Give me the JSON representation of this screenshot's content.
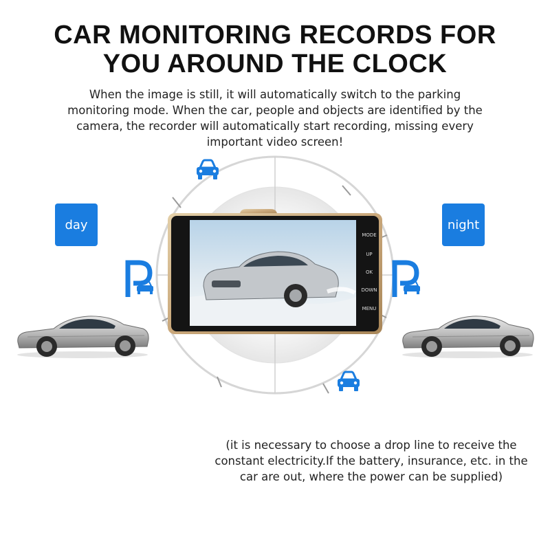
{
  "headline": {
    "line1": "CAR MONITORING RECORDS FOR",
    "line2": "YOU AROUND THE CLOCK"
  },
  "intro": {
    "lines": [
      "When the image is still, it will automatically switch to the parking",
      "monitoring mode. When the car, people and objects are identified by the",
      "camera, the recorder will automatically start recording, missing every",
      "important video screen!"
    ]
  },
  "badges": {
    "day": "day",
    "night": "night"
  },
  "device": {
    "buttons": [
      "MODE",
      "UP",
      "OK",
      "DOWN",
      "MENU"
    ]
  },
  "note": {
    "lines": [
      "(it is necessary to choose a drop line to receive the",
      "constant electricity.If the battery, insurance, etc. in the",
      "car are out, where the power can be supplied)"
    ]
  },
  "icons": {
    "top": "car-front-icon",
    "bottom": "car-front-icon",
    "left": "parking-icon",
    "right": "parking-icon"
  },
  "colors": {
    "accent_blue": "#1a7de0",
    "device_gold": "#c9a77a"
  }
}
